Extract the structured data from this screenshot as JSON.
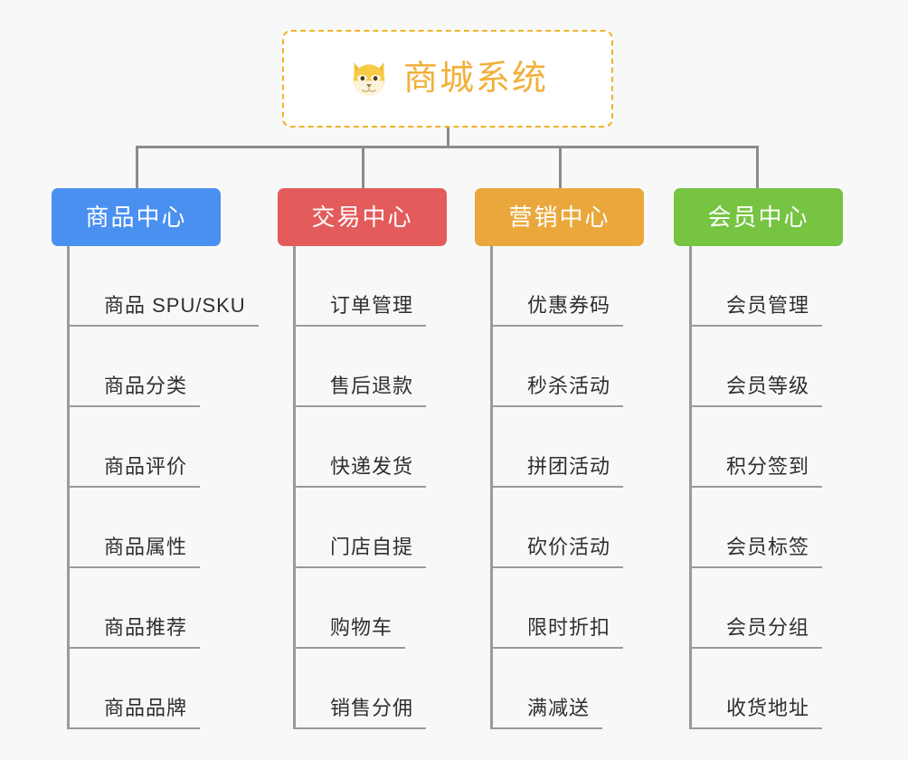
{
  "diagram": {
    "root": {
      "title": "商城系统",
      "icon": "shiba-dog-icon",
      "border_color": "#f0b429",
      "text_color": "#f2b03a",
      "background": "#ffffff"
    },
    "connector_color": "#8c8c8c",
    "page_background": "#f8f8f8",
    "columns": [
      {
        "title": "商品中心",
        "color": "#4a90f0",
        "items": [
          "商品 SPU/SKU",
          "商品分类",
          "商品评价",
          "商品属性",
          "商品推荐",
          "商品品牌"
        ]
      },
      {
        "title": "交易中心",
        "color": "#e35b5b",
        "items": [
          "订单管理",
          "售后退款",
          "快递发货",
          "门店自提",
          "购物车",
          "销售分佣"
        ]
      },
      {
        "title": "营销中心",
        "color": "#eaa83c",
        "items": [
          "优惠券码",
          "秒杀活动",
          "拼团活动",
          "砍价活动",
          "限时折扣",
          "满减送"
        ]
      },
      {
        "title": "会员中心",
        "color": "#76c442",
        "items": [
          "会员管理",
          "会员等级",
          "积分签到",
          "会员标签",
          "会员分组",
          "收货地址"
        ]
      }
    ]
  }
}
